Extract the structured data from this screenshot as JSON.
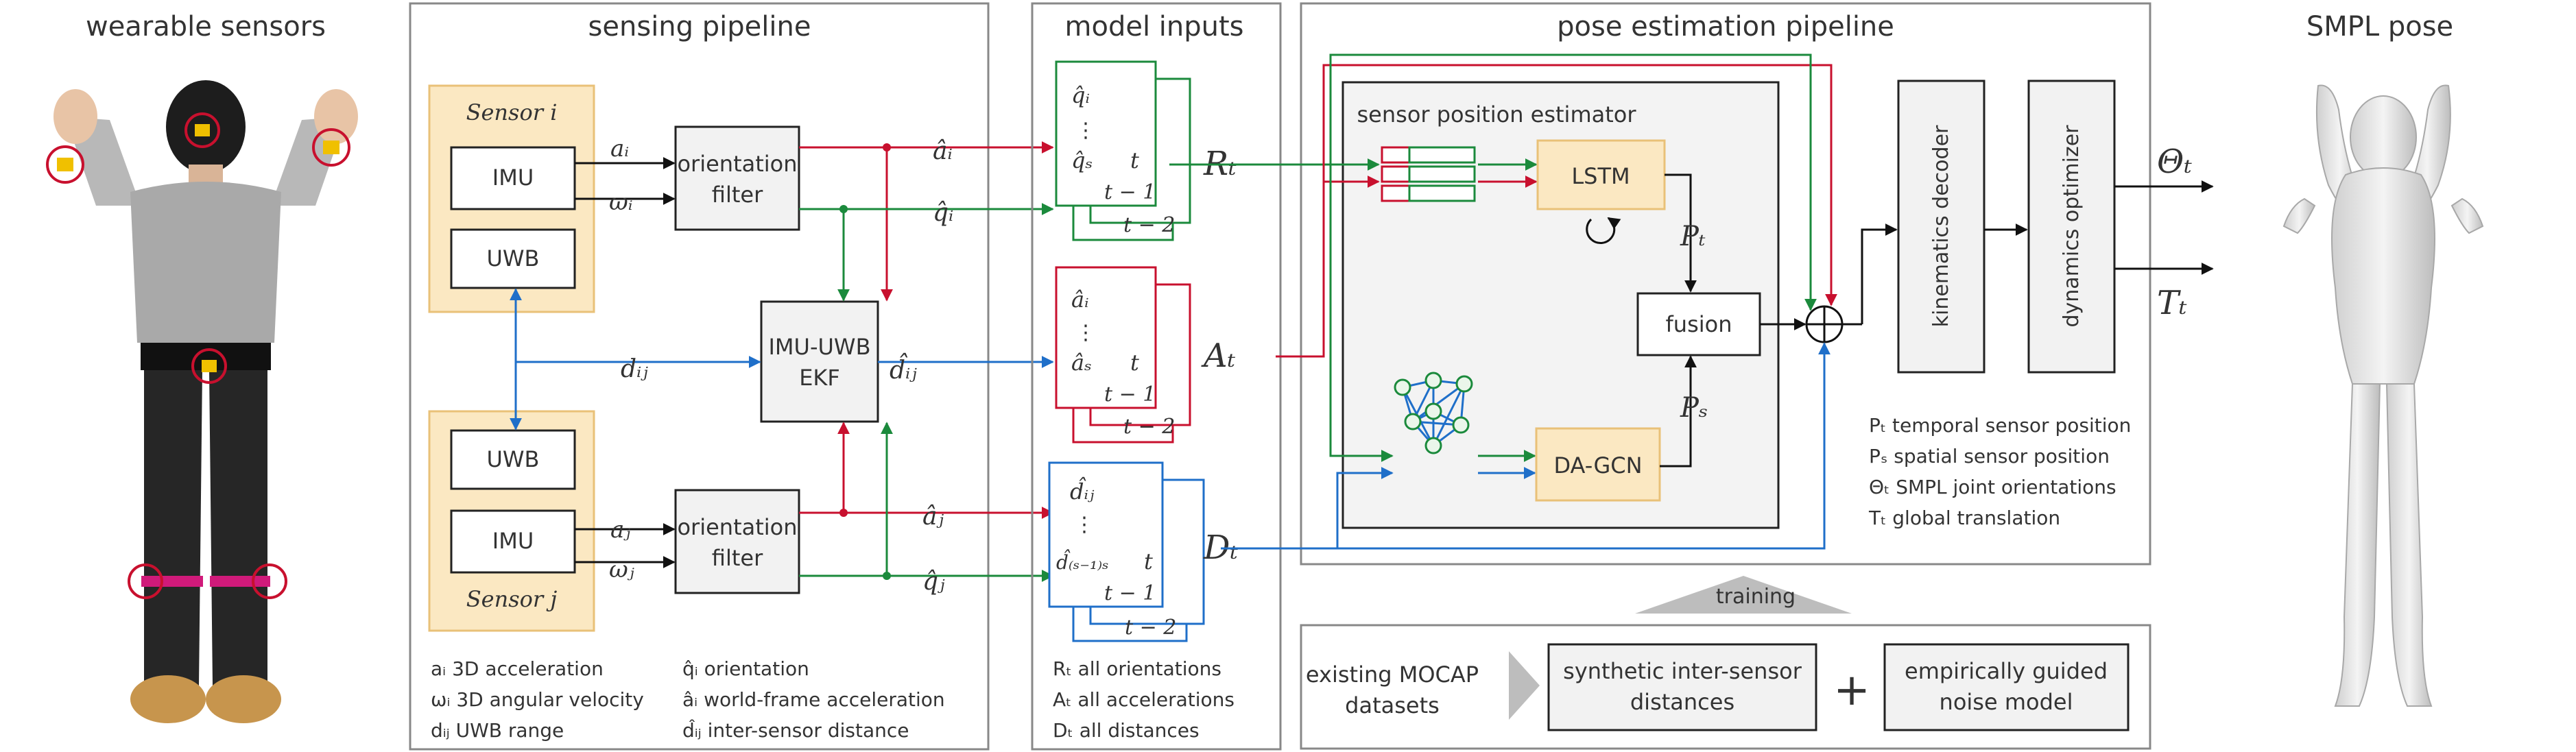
{
  "panels": {
    "wearable": "wearable sensors",
    "sensing": "sensing pipeline",
    "inputs": "model inputs",
    "pose": "pose estimation pipeline",
    "smpl": "SMPL pose"
  },
  "sensing": {
    "sensor_i": "Sensor i",
    "sensor_j": "Sensor j",
    "imu": "IMU",
    "uwb": "UWB",
    "orientation_filter": [
      "orientation",
      "filter"
    ],
    "ekf": [
      "IMU-UWB",
      "EKF"
    ],
    "signals": {
      "a_i": "aᵢ",
      "w_i": "ωᵢ",
      "a_j": "aⱼ",
      "w_j": "ωⱼ",
      "ahat_i": "âᵢ",
      "qhat_i": "q̂ᵢ",
      "ahat_j": "âⱼ",
      "qhat_j": "q̂ⱼ",
      "d_ij": "dᵢⱼ",
      "dhat_ij": "d̂ᵢⱼ"
    },
    "legend_left": [
      "aᵢ  3D acceleration",
      "ωᵢ  3D angular velocity",
      "dᵢⱼ  UWB range"
    ],
    "legend_right": [
      "q̂ᵢ  orientation",
      "âᵢ  world-frame acceleration",
      "d̂ᵢⱼ  inter-sensor distance"
    ]
  },
  "inputs": {
    "stack_R": {
      "top": "q̂ᵢ",
      "dots": "⋮",
      "bottom": "q̂ₛ",
      "t": "t",
      "t1": "t − 1",
      "t2": "t − 2",
      "label": "Rₜ"
    },
    "stack_A": {
      "top": "âᵢ",
      "dots": "⋮",
      "bottom": "âₛ",
      "t": "t",
      "t1": "t − 1",
      "t2": "t − 2",
      "label": "Aₜ"
    },
    "stack_D": {
      "top": "d̂ᵢⱼ",
      "dots": "⋮",
      "bottom": "d̂₍ₛ₋₁₎ₛ",
      "t": "t",
      "t1": "t − 1",
      "t2": "t − 2",
      "label": "Dₜ"
    },
    "legend": [
      "Rₜ  all orientations",
      "Aₜ  all accelerations",
      "Dₜ  all distances"
    ]
  },
  "pose": {
    "estimator_title": "sensor position estimator",
    "lstm": "LSTM",
    "dagcn": "DA-GCN",
    "fusion": "fusion",
    "pt": "Pₜ",
    "ps": "Pₛ",
    "kinematics": "kinematics decoder",
    "dynamics": "dynamics optimizer",
    "theta": "Θₜ",
    "T": "Tₜ",
    "legend": [
      "Pₜ  temporal sensor position",
      "Pₛ  spatial sensor position",
      "Θₜ  SMPL joint orientations",
      "Tₜ  global translation"
    ],
    "training": "training",
    "train_box1": [
      "existing MOCAP",
      "datasets"
    ],
    "train_box2": [
      "synthetic inter-sensor",
      "distances"
    ],
    "plus": "+",
    "train_box3": [
      "empirically guided",
      "noise model"
    ]
  },
  "colors": {
    "red": "#c8102e",
    "green": "#1b8a3c",
    "blue": "#1f6fc9",
    "sensor_fill": "#fbe8c2",
    "sensor_stroke": "#e9c178",
    "panel_stroke": "#888888"
  }
}
